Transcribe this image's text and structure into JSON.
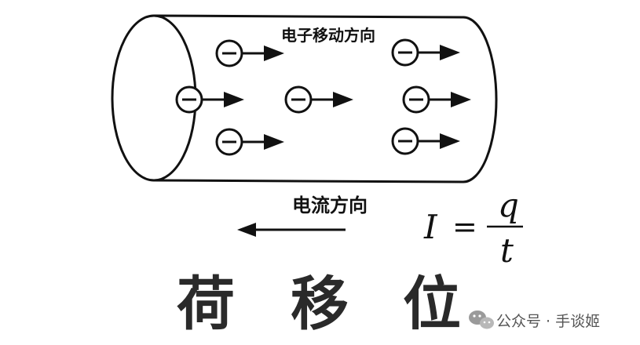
{
  "labels": {
    "electron_direction": "电子移动方向",
    "current_direction": "电流方向"
  },
  "formula": {
    "lhs": "I",
    "equals": "=",
    "numerator": "q",
    "denominator": "t"
  },
  "electron_symbol": "−",
  "title_chars": [
    "荷",
    "移",
    "位"
  ],
  "watermark": {
    "icon": "wechat-icon",
    "text": "公众号 · 手谈姬"
  },
  "colors": {
    "ink": "#111111",
    "title": "#2a2a2a",
    "watermark_icon": "#9a9a9a"
  }
}
